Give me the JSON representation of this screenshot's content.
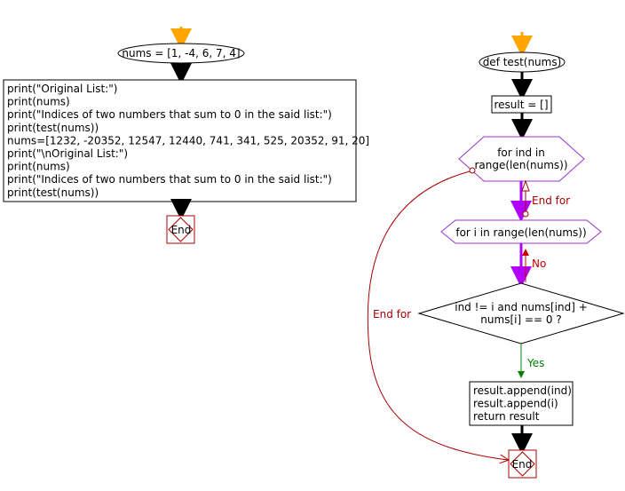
{
  "left_flow": {
    "start_node": "nums = [1, -4, 6, 7, 4]",
    "code_lines": [
      "print(\"Original List:\")",
      "print(nums)",
      "print(\"Indices of two numbers that sum to 0 in the said list:\")",
      "print(test(nums))",
      "nums=[1232, -20352, 12547, 12440, 741, 341, 525, 20352, 91, 20]",
      "print(\"\\nOriginal List:\")",
      "print(nums)",
      "print(\"Indices of two numbers that sum to 0 in the said list:\")",
      "print(test(nums))"
    ],
    "end_node": "End"
  },
  "right_flow": {
    "def_node": "def test(nums)",
    "init_node": "result = []",
    "outer_loop": [
      "for ind in",
      "range(len(nums))"
    ],
    "outer_loop_exit": "End for",
    "inner_loop": "for i in range(len(nums))",
    "inner_loop_no": "No",
    "inner_loop_exit": "End for",
    "condition": [
      "ind != i and nums[ind] +",
      "nums[i] == 0 ?"
    ],
    "condition_yes": "Yes",
    "body_lines": [
      "result.append(ind)",
      "result.append(i)",
      "return result"
    ],
    "end_node": "End"
  },
  "colors": {
    "start_arrow": "#ffa500",
    "flow_arrow": "#000000",
    "loop_purple": "#b000ff",
    "no_red": "#cc0000",
    "yes_green": "#008000",
    "exit_red": "#aa0000",
    "hex_border": "#9933cc",
    "end_border": "#aa0000"
  }
}
